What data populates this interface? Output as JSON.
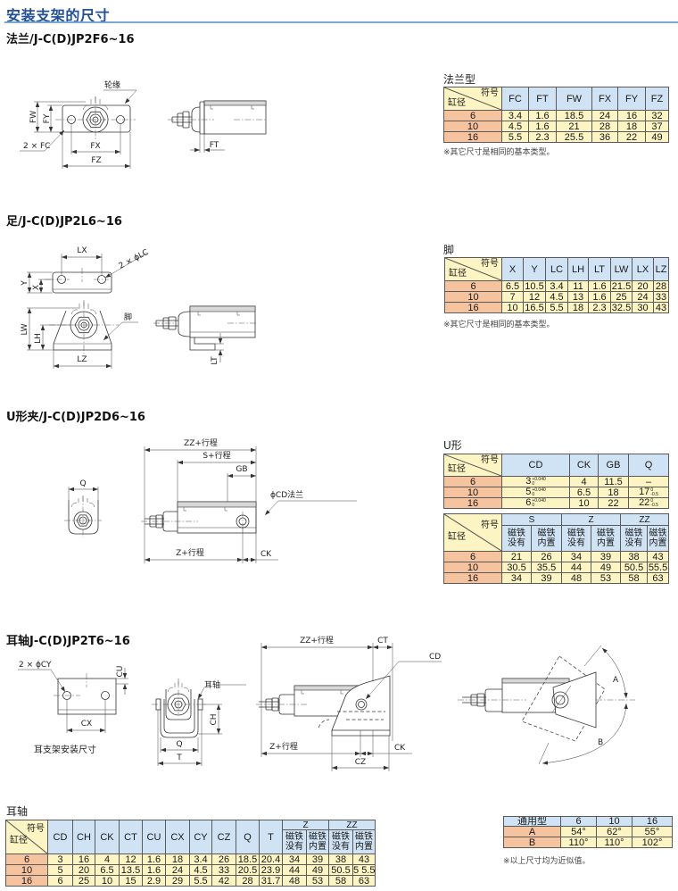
{
  "page": {
    "title": "安装支架的尺寸"
  },
  "theme": {
    "title_color": "#1f4f9a",
    "rule_color": "#7aa6d8",
    "header_bg": "#cfe3f4",
    "bore_bg": "#f6c39f",
    "cell_bg": "#fcf4c2",
    "line_color": "#333333"
  },
  "corner_header": {
    "symbol": "符号",
    "bore": "缸径"
  },
  "sections": {
    "flange": {
      "heading": "法兰/J-C(D)JP2F6~16",
      "labels": {
        "rim": "轮缘",
        "fw": "FW",
        "fy": "FY",
        "fc": "2 × FC",
        "fx": "FX",
        "fz": "FZ",
        "ft": "FT"
      },
      "table": {
        "title": "法兰型",
        "columns": [
          "FC",
          "FT",
          "FW",
          "FX",
          "FY",
          "FZ"
        ],
        "rows": [
          {
            "bore": "6",
            "values": [
              "3.4",
              "1.6",
              "18.5",
              "24",
              "16",
              "32"
            ]
          },
          {
            "bore": "10",
            "values": [
              "4.5",
              "1.6",
              "21",
              "28",
              "18",
              "37"
            ]
          },
          {
            "bore": "16",
            "values": [
              "5.5",
              "2.3",
              "25.5",
              "36",
              "22",
              "49"
            ]
          }
        ],
        "note": "※其它尺寸是相同的基本类型。"
      }
    },
    "foot": {
      "heading": "足/J-C(D)JP2L6~16",
      "labels": {
        "lx": "LX",
        "lc": "2 × ϕLC",
        "y": "Y",
        "x": "X",
        "lw": "LW",
        "lh": "LH",
        "lz": "LZ",
        "foot": "脚",
        "lt": "LT"
      },
      "table": {
        "title": "脚",
        "columns": [
          "X",
          "Y",
          "LC",
          "LH",
          "LT",
          "LW",
          "LX",
          "LZ"
        ],
        "rows": [
          {
            "bore": "6",
            "values": [
              "6.5",
              "10.5",
              "3.4",
              "11",
              "1.6",
              "21.5",
              "20",
              "28"
            ]
          },
          {
            "bore": "10",
            "values": [
              "7",
              "12",
              "4.5",
              "13",
              "1.6",
              "25",
              "24",
              "33"
            ]
          },
          {
            "bore": "16",
            "values": [
              "10",
              "16.5",
              "5.5",
              "18",
              "2.3",
              "32.5",
              "30",
              "43"
            ]
          }
        ],
        "note": "※其它尺寸是相同的基本类型。"
      }
    },
    "clevis": {
      "heading": "U形夹/J-C(D)JP2D6~16",
      "labels": {
        "q": "Q",
        "zz": "ZZ+行程",
        "s": "S+行程",
        "gb": "GB",
        "cd": "ϕCD法兰",
        "z": "Z+行程",
        "ck": "CK"
      },
      "table_title": "U形",
      "table1": {
        "columns": [
          "CD",
          "CK",
          "GB",
          "Q"
        ],
        "rows": [
          {
            "bore": "6",
            "values": [
              {
                "base": "3",
                "upper": "+0.040",
                "lower": "0"
              },
              "4",
              "11.5",
              "–"
            ]
          },
          {
            "bore": "10",
            "values": [
              {
                "base": "5",
                "upper": "+0.040",
                "lower": "0"
              },
              "6.5",
              "18",
              {
                "base": "17",
                "upper": "0",
                "lower": "-0.5"
              }
            ]
          },
          {
            "bore": "16",
            "values": [
              {
                "base": "6",
                "upper": "+0.040",
                "lower": "0"
              },
              "10",
              "22",
              {
                "base": "22",
                "upper": "0",
                "lower": "-0.5"
              }
            ]
          }
        ]
      },
      "table2": {
        "groups": [
          "S",
          "Z",
          "ZZ"
        ],
        "sub_headers": [
          [
            "磁铁",
            "没有"
          ],
          [
            "磁铁",
            "内置"
          ]
        ],
        "rows": [
          {
            "bore": "6",
            "values": [
              "21",
              "26",
              "34",
              "39",
              "38",
              "43"
            ]
          },
          {
            "bore": "10",
            "values": [
              "30.5",
              "35.5",
              "44",
              "49",
              "50.5",
              "55.5"
            ]
          },
          {
            "bore": "16",
            "values": [
              "34",
              "39",
              "48",
              "53",
              "58",
              "63"
            ]
          }
        ]
      }
    },
    "trunnion": {
      "heading": "耳轴J-C(D)JP2T6~16",
      "labels": {
        "cy": "2 × ϕCY",
        "cu": "CU",
        "cx": "CX",
        "caption": "耳支架安装尺寸",
        "pin": "耳轴",
        "ch": "CH",
        "q": "Q",
        "t": "T",
        "zz": "ZZ+行程",
        "ct": "CT",
        "cd": "CD",
        "z": "Z+行程",
        "ck": "CK",
        "cz": "CZ",
        "a": "A",
        "b": "B"
      },
      "table": {
        "title": "耳轴",
        "columns": [
          "CD",
          "CH",
          "CK",
          "CT",
          "CU",
          "CX",
          "CY",
          "CZ",
          "Q",
          "T"
        ],
        "groups": [
          "Z",
          "ZZ"
        ],
        "sub_headers": [
          [
            "磁铁",
            "没有"
          ],
          [
            "磁铁",
            "内置"
          ]
        ],
        "rows": [
          {
            "bore": "6",
            "values": [
              "3",
              "16",
              "4",
              "12",
              "1.6",
              "18",
              "3.4",
              "26",
              "18.5",
              "20.4",
              "34",
              "39",
              "38",
              "43"
            ]
          },
          {
            "bore": "10",
            "values": [
              "5",
              "20",
              "6.5",
              "13.5",
              "1.6",
              "24",
              "4.5",
              "33",
              "20.5",
              "23.9",
              "44",
              "49",
              "50.5",
              "5 5.5"
            ]
          },
          {
            "bore": "16",
            "values": [
              "6",
              "25",
              "10",
              "15",
              "2.9",
              "29",
              "5.5",
              "42",
              "28",
              "31.7",
              "48",
              "53",
              "58",
              "63"
            ]
          }
        ]
      },
      "angle_table": {
        "header": "通用型",
        "columns": [
          "6",
          "10",
          "16"
        ],
        "rows": [
          {
            "label": "A",
            "values": [
              "54°",
              "62°",
              "55°"
            ]
          },
          {
            "label": "B",
            "values": [
              "110°",
              "110°",
              "102°"
            ]
          }
        ],
        "note": "※以上尺寸均为近似值。"
      }
    }
  }
}
